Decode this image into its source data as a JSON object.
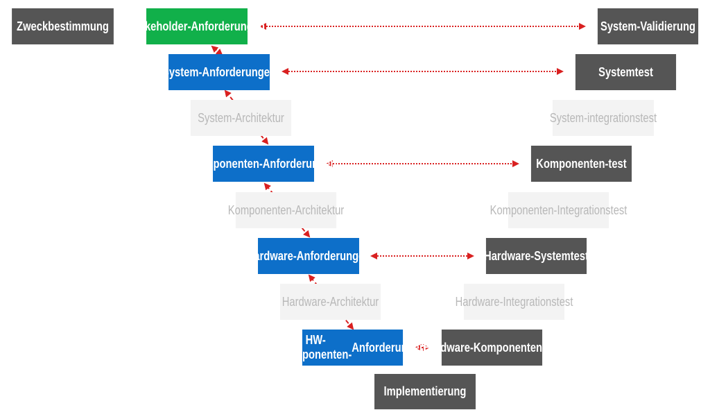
{
  "colors": {
    "stakeholder": "#11b04a",
    "requirement": "#0d6fc9",
    "test": "#555555",
    "architecture": "#f3f3f3",
    "architecture_text": "#b8b8b8",
    "arrow": "#d92020"
  },
  "nodes": {
    "zweck": [
      "Zweckbestimmung"
    ],
    "stakeholder": [
      "Stakeholder-",
      "Anforderungen"
    ],
    "system_validierung": [
      "System-",
      "Validierung"
    ],
    "system_anforderungen": [
      "System-",
      "Anforderungen"
    ],
    "systemtest": [
      "Systemtest"
    ],
    "system_architektur": [
      "System-",
      "Architektur"
    ],
    "system_integrationstest": [
      "System-",
      "integrationstest"
    ],
    "komponenten_anforderungen": [
      "Komponenten-",
      "Anforderungen"
    ],
    "komponententest": [
      "Komponenten-",
      "test"
    ],
    "komponenten_architektur": [
      "Komponenten-",
      "Architektur"
    ],
    "komponenten_integrationstest": [
      "Komponenten-",
      "Integrationstest"
    ],
    "hardware_anforderungen": [
      "Hardware-",
      "Anforderungen"
    ],
    "hardware_systemtest": [
      "Hardware-",
      "Systemtest"
    ],
    "hardware_architektur": [
      "Hardware-",
      "Architektur"
    ],
    "hardware_integrationstest": [
      "Hardware-",
      "Integrationstest"
    ],
    "hw_komponenten_anforderungen": [
      "HW-Komponenten-",
      "Anforderungen"
    ],
    "hardware_komponententest": [
      "Hardware-",
      "Komponententest"
    ],
    "implementierung": [
      "Implementierung"
    ]
  }
}
